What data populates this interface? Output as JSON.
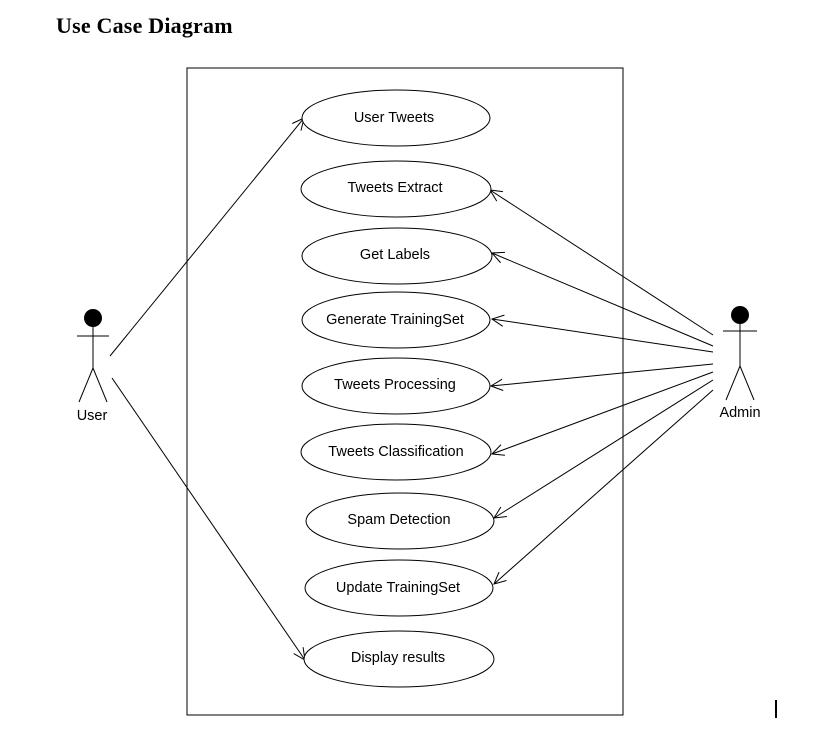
{
  "title": "Use Case Diagram",
  "actors": [
    {
      "id": "user",
      "label": "User"
    },
    {
      "id": "admin",
      "label": "Admin"
    }
  ],
  "use_cases": [
    {
      "id": "uc1",
      "label": "User Tweets"
    },
    {
      "id": "uc2",
      "label": "Tweets Extract"
    },
    {
      "id": "uc3",
      "label": "Get Labels"
    },
    {
      "id": "uc4",
      "label": "Generate TrainingSet"
    },
    {
      "id": "uc5",
      "label": "Tweets Processing"
    },
    {
      "id": "uc6",
      "label": "Tweets Classification"
    },
    {
      "id": "uc7",
      "label": "Spam Detection"
    },
    {
      "id": "uc8",
      "label": "Update TrainingSet"
    },
    {
      "id": "uc9",
      "label": "Display results"
    }
  ],
  "associations": [
    {
      "from": "user",
      "to": "uc1"
    },
    {
      "from": "user",
      "to": "uc9"
    },
    {
      "from": "admin",
      "to": "uc2"
    },
    {
      "from": "admin",
      "to": "uc3"
    },
    {
      "from": "admin",
      "to": "uc4"
    },
    {
      "from": "admin",
      "to": "uc5"
    },
    {
      "from": "admin",
      "to": "uc6"
    },
    {
      "from": "admin",
      "to": "uc7"
    },
    {
      "from": "admin",
      "to": "uc8"
    }
  ]
}
